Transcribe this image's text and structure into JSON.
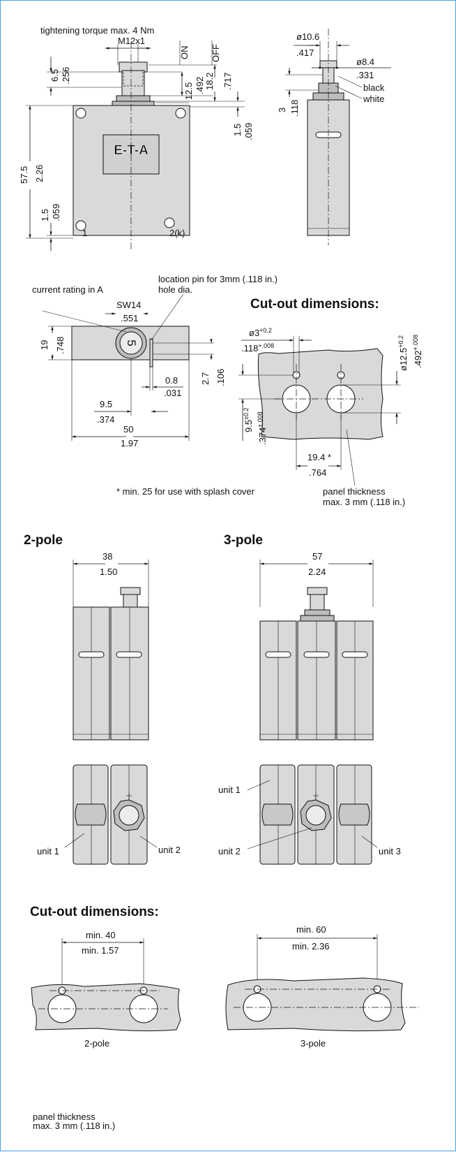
{
  "top_view": {
    "torque_note": "tightening torque max. 4 Nm",
    "thread": "M12x1",
    "on_label": "ON",
    "off_label": "OFF",
    "d_6_5": "6.5",
    "d_256": ".256",
    "d_12_5": "12.5",
    "d_492": ".492",
    "d_18_2": "18.2",
    "d_717": ".717",
    "d_1_5a": "1.5",
    "d_059a": ".059",
    "d_57_5": "57.5",
    "d_2_26": "2.26",
    "d_1_5b": "1.5",
    "d_059b": ".059",
    "logo_text": "E-T-A",
    "terminal_1": "1",
    "terminal_2": "2(k)"
  },
  "side_view": {
    "d_10_6": "ø10.6",
    "d_417": ".417",
    "d_8_4": "ø8.4",
    "d_331": ".331",
    "black": "black",
    "white": "white",
    "d_3": "3",
    "d_118": ".118"
  },
  "front_view": {
    "current_rating": "current rating in A",
    "pin_note_1": "location pin for 3mm (.118 in.)",
    "pin_note_2": "hole dia.",
    "sw14": "SW14",
    "d_551": ".551",
    "d_19": "19",
    "d_748": ".748",
    "rating_digit": "5",
    "d_2_7": "2.7",
    "d_106": ".106",
    "d_0_8": "0.8",
    "d_031": ".031",
    "d_9_5": "9.5",
    "d_374": ".374",
    "d_50": "50",
    "d_1_97": "1.97"
  },
  "cutout_top": {
    "title": "Cut-out dimensions:",
    "d_hole3": "ø3",
    "d_hole3_tol": "+0.2",
    "d_hole118": ".118",
    "d_hole118_tol": "+.008",
    "d_12_5": "ø12.5",
    "d_12_5_tol": "+0.2",
    "d_492": ".492",
    "d_492_tol": "+.008",
    "d_9_5": "9.5",
    "d_9_5_tol": "±0.2",
    "d_374": ".374",
    "d_374_tol": "±.008",
    "d_19_4": "19.4 *",
    "d_764": ".764",
    "note_star": "* min. 25 for use with splash cover",
    "panel_1": "panel thickness",
    "panel_2": "max. 3 mm (.118 in.)"
  },
  "two_pole": {
    "title": "2-pole",
    "d_38": "38",
    "d_1_50": "1.50",
    "unit1": "unit 1",
    "unit2": "unit 2"
  },
  "three_pole": {
    "title": "3-pole",
    "d_57": "57",
    "d_2_24": "2.24",
    "unit1": "unit 1",
    "unit2": "unit 2",
    "unit3": "unit 3"
  },
  "cutout_bottom": {
    "title": "Cut-out dimensions:",
    "min40": "min. 40",
    "min157": "min. 1.57",
    "min60": "min. 60",
    "min236": "min. 2.36",
    "label_2pole": "2-pole",
    "label_3pole": "3-pole",
    "panel_1": "panel thickness",
    "panel_2": "max. 3 mm (.118 in.)"
  }
}
